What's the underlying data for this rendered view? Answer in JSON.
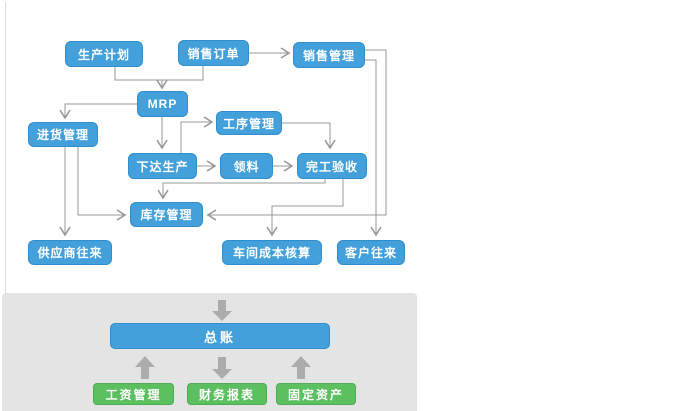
{
  "diagram": {
    "type": "flowchart",
    "flow": {
      "production_plan": "生产计划",
      "sales_order": "销售订单",
      "sales_mgmt": "销售管理",
      "mrp": "MRP",
      "purchase_mgmt": "进货管理",
      "process_mgmt": "工序管理",
      "release_production": "下达生产",
      "material_picking": "领料",
      "completion_acceptance": "完工验收",
      "inventory_mgmt": "库存管理",
      "supplier_accounts": "供应商往来",
      "workshop_costing": "车间成本核算",
      "customer_accounts": "客户往来"
    },
    "finance": {
      "general_ledger": "总账",
      "payroll": "工资管理",
      "financial_reports": "财务报表",
      "fixed_assets": "固定资产"
    },
    "edges": [
      {
        "from": "production_plan",
        "to": "mrp"
      },
      {
        "from": "sales_order",
        "to": "mrp"
      },
      {
        "from": "sales_order",
        "to": "sales_mgmt"
      },
      {
        "from": "mrp",
        "to": "purchase_mgmt"
      },
      {
        "from": "mrp",
        "to": "release_production"
      },
      {
        "from": "release_production",
        "to": "process_mgmt"
      },
      {
        "from": "release_production",
        "to": "material_picking"
      },
      {
        "from": "material_picking",
        "to": "completion_acceptance"
      },
      {
        "from": "process_mgmt",
        "to": "completion_acceptance"
      },
      {
        "from": "completion_acceptance",
        "to": "inventory_mgmt"
      },
      {
        "from": "completion_acceptance",
        "to": "workshop_costing"
      },
      {
        "from": "sales_mgmt",
        "to": "inventory_mgmt"
      },
      {
        "from": "sales_mgmt",
        "to": "customer_accounts"
      },
      {
        "from": "purchase_mgmt",
        "to": "supplier_accounts"
      },
      {
        "from": "purchase_mgmt",
        "to": "inventory_mgmt"
      },
      {
        "from": "flow_section",
        "to": "general_ledger"
      },
      {
        "from": "payroll",
        "to": "general_ledger"
      },
      {
        "from": "general_ledger",
        "to": "financial_reports"
      },
      {
        "from": "fixed_assets",
        "to": "general_ledger"
      }
    ],
    "colors": {
      "node_blue": "#43a0da",
      "node_green": "#5cbf60",
      "connector_gray": "#999999",
      "big_arrow_gray": "#acacac",
      "panel_gray": "#e4e4e4"
    }
  }
}
